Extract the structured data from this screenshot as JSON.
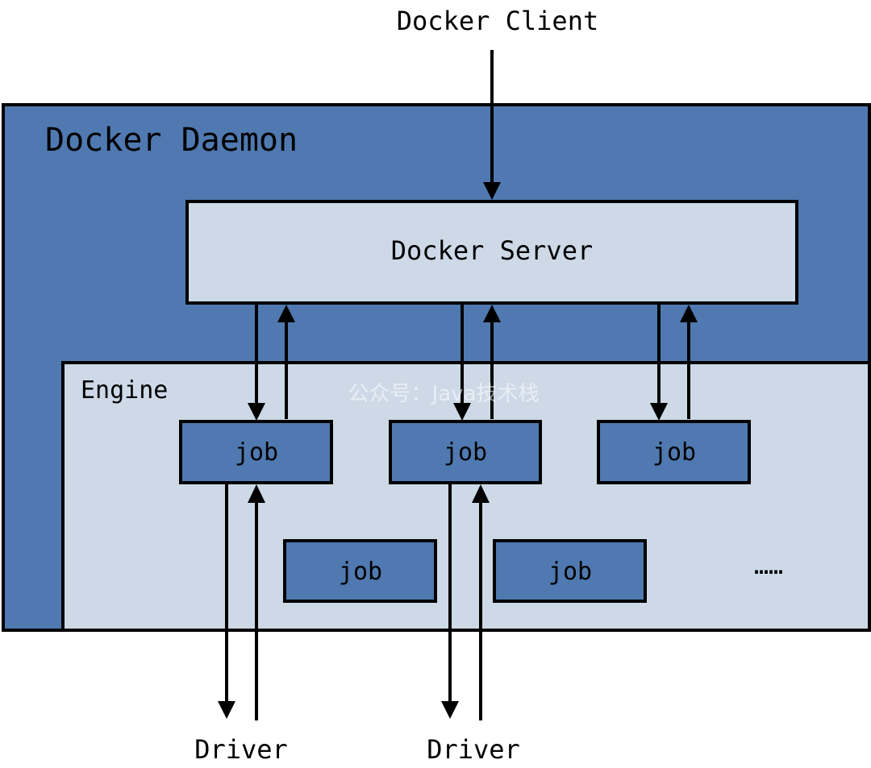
{
  "client_label": "Docker Client",
  "daemon_label": "Docker Daemon",
  "server_label": "Docker Server",
  "engine_label": "Engine",
  "jobs": [
    "job",
    "job",
    "job",
    "job",
    "job"
  ],
  "more_label": "……",
  "drivers": [
    "Driver",
    "Driver"
  ],
  "watermark": "公众号：Java技术栈",
  "colors": {
    "daemon": "#4f79b0",
    "server": "#cdd9e7",
    "engine": "#cdd9e7",
    "job": "#4f79b0",
    "stroke": "#000000"
  }
}
